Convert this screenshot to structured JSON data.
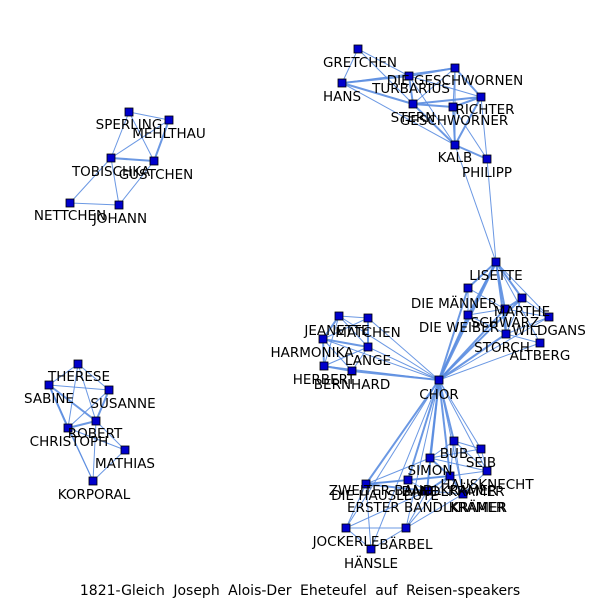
{
  "caption": "1821-Gleich Joseph Alois-Der Eheteufel auf Reisen-speakers",
  "colors": {
    "edge": "#5b8de0",
    "node": "#0000cc",
    "label": "#000000"
  },
  "nodes": [
    {
      "id": "GRETCHEN",
      "label": "GRETCHEN"
    },
    {
      "id": "HANS",
      "label": "HANS"
    },
    {
      "id": "DIE_GESCHWORNEN",
      "label": "DIE GESCHWORNEN"
    },
    {
      "id": "TURBARIUS",
      "label": "TURBARIUS"
    },
    {
      "id": "STERN",
      "label": "STERN"
    },
    {
      "id": "RICHTER",
      "label": "RICHTER"
    },
    {
      "id": "GESCHWORNER",
      "label": "GESCHWORNER"
    },
    {
      "id": "KALB",
      "label": "KALB"
    },
    {
      "id": "PHILIPP",
      "label": "PHILIPP"
    },
    {
      "id": "SPERLING",
      "label": "SPERLING"
    },
    {
      "id": "MEHLTHAU",
      "label": "MEHLTHAU"
    },
    {
      "id": "TOBISCHKA",
      "label": "TOBISCHKA"
    },
    {
      "id": "GUSTCHEN",
      "label": "GUSTCHEN"
    },
    {
      "id": "NETTCHEN",
      "label": "NETTCHEN"
    },
    {
      "id": "JOHANN",
      "label": "JOHANN"
    },
    {
      "id": "LISETTE",
      "label": "LISETTE"
    },
    {
      "id": "DIE_MAENNER",
      "label": "DIE MÄNNER"
    },
    {
      "id": "MARTHE",
      "label": "MARTHE"
    },
    {
      "id": "SCHWARZ",
      "label": "SCHWARZ"
    },
    {
      "id": "DIE_WEIBER",
      "label": "DIE WEIBER"
    },
    {
      "id": "WILDGANS",
      "label": "WILDGANS"
    },
    {
      "id": "STORCH",
      "label": "STORCH"
    },
    {
      "id": "ALTBERG",
      "label": "ALTBERG"
    },
    {
      "id": "JEANETTE",
      "label": "JEANETTE"
    },
    {
      "id": "MATCHEN",
      "label": "MATCHEN"
    },
    {
      "id": "HARMONIKA",
      "label": "HARMONIKA"
    },
    {
      "id": "LANGE",
      "label": "LANGE"
    },
    {
      "id": "HERBERT",
      "label": "HERBERT"
    },
    {
      "id": "BERNHARD",
      "label": "BERNHARD"
    },
    {
      "id": "CHOR",
      "label": "CHOR"
    },
    {
      "id": "THERESE",
      "label": "THERESE"
    },
    {
      "id": "SABINE",
      "label": "SABINE"
    },
    {
      "id": "SUSANNE",
      "label": "SUSANNE"
    },
    {
      "id": "ROBERT",
      "label": "ROBERT"
    },
    {
      "id": "CHRISTOPH",
      "label": "CHRISTOPH"
    },
    {
      "id": "MATHIAS",
      "label": "MATHIAS"
    },
    {
      "id": "KORPORAL",
      "label": "KORPORAL"
    },
    {
      "id": "BUB",
      "label": "BUB"
    },
    {
      "id": "SEIB",
      "label": "SEIB"
    },
    {
      "id": "SIMON",
      "label": "SIMON"
    },
    {
      "id": "HAUSKNECHT",
      "label": "HAUSKNECHT"
    },
    {
      "id": "ZWEITER_BANDL",
      "label": "ZWEITER BANDLKRÄMER"
    },
    {
      "id": "DIE_HAUSLEUTE",
      "label": "DIE HAUSLEUTE"
    },
    {
      "id": "BANDLKRAEMER",
      "label": "BANDLKRÄMER"
    },
    {
      "id": "ERSTER_BANDL",
      "label": "ERSTER BANDLKRÄMER"
    },
    {
      "id": "KRAMER",
      "label": "KRAMER"
    },
    {
      "id": "JOCKERLE",
      "label": "JOCKERLE"
    },
    {
      "id": "BAERBEL",
      "label": "BÄRBEL"
    },
    {
      "id": "HAENSLE",
      "label": "HÄNSLE"
    }
  ],
  "edges": [
    [
      "GRETCHEN",
      "HANS",
      1
    ],
    [
      "GRETCHEN",
      "TURBARIUS",
      1
    ],
    [
      "GRETCHEN",
      "STERN",
      1
    ],
    [
      "HANS",
      "TURBARIUS",
      2
    ],
    [
      "HANS",
      "STERN",
      2
    ],
    [
      "HANS",
      "DIE_GESCHWORNEN",
      1
    ],
    [
      "TURBARIUS",
      "DIE_GESCHWORNEN",
      2
    ],
    [
      "TURBARIUS",
      "STERN",
      2
    ],
    [
      "STERN",
      "RICHTER",
      2
    ],
    [
      "STERN",
      "GESCHWORNER",
      2
    ],
    [
      "STERN",
      "KALB",
      2
    ],
    [
      "STERN",
      "DIE_GESCHWORNEN",
      1
    ],
    [
      "RICHTER",
      "DIE_GESCHWORNEN",
      2
    ],
    [
      "RICHTER",
      "GESCHWORNER",
      2
    ],
    [
      "RICHTER",
      "KALB",
      2
    ],
    [
      "GESCHWORNER",
      "KALB",
      2
    ],
    [
      "KALB",
      "PHILIPP",
      2
    ],
    [
      "GESCHWORNER",
      "PHILIPP",
      1
    ],
    [
      "RICHTER",
      "PHILIPP",
      1
    ],
    [
      "DIE_GESCHWORNEN",
      "GESCHWORNER",
      1
    ],
    [
      "TURBARIUS",
      "KALB",
      1
    ],
    [
      "TURBARIUS",
      "RICHTER",
      1
    ],
    [
      "HANS",
      "KALB",
      1
    ],
    [
      "DIE_GESCHWORNEN",
      "KALB",
      1
    ],
    [
      "PHILIPP",
      "LISETTE",
      1
    ],
    [
      "KALB",
      "LISETTE",
      1
    ],
    [
      "SPERLING",
      "MEHLTHAU",
      1
    ],
    [
      "SPERLING",
      "TOBISCHKA",
      1
    ],
    [
      "SPERLING",
      "GUSTCHEN",
      1
    ],
    [
      "MEHLTHAU",
      "TOBISCHKA",
      1
    ],
    [
      "MEHLTHAU",
      "GUSTCHEN",
      2
    ],
    [
      "TOBISCHKA",
      "GUSTCHEN",
      2
    ],
    [
      "TOBISCHKA",
      "NETTCHEN",
      1
    ],
    [
      "TOBISCHKA",
      "JOHANN",
      1
    ],
    [
      "GUSTCHEN",
      "JOHANN",
      1
    ],
    [
      "NETTCHEN",
      "JOHANN",
      1
    ],
    [
      "LISETTE",
      "DIE_MAENNER",
      2
    ],
    [
      "LISETTE",
      "MARTHE",
      2
    ],
    [
      "LISETTE",
      "SCHWARZ",
      2
    ],
    [
      "LISETTE",
      "DIE_WEIBER",
      2
    ],
    [
      "LISETTE",
      "WILDGANS",
      1
    ],
    [
      "LISETTE",
      "STORCH",
      2
    ],
    [
      "LISETTE",
      "ALTBERG",
      1
    ],
    [
      "LISETTE",
      "CHOR",
      3
    ],
    [
      "DIE_MAENNER",
      "DIE_WEIBER",
      1
    ],
    [
      "DIE_MAENNER",
      "SCHWARZ",
      1
    ],
    [
      "DIE_MAENNER",
      "CHOR",
      2
    ],
    [
      "MARTHE",
      "SCHWARZ",
      2
    ],
    [
      "MARTHE",
      "WILDGANS",
      1
    ],
    [
      "MARTHE",
      "STORCH",
      1
    ],
    [
      "MARTHE",
      "CHOR",
      2
    ],
    [
      "SCHWARZ",
      "DIE_WEIBER",
      1
    ],
    [
      "SCHWARZ",
      "STORCH",
      2
    ],
    [
      "SCHWARZ",
      "WILDGANS",
      1
    ],
    [
      "SCHWARZ",
      "CHOR",
      2
    ],
    [
      "DIE_WEIBER",
      "STORCH",
      1
    ],
    [
      "DIE_WEIBER",
      "CHOR",
      2
    ],
    [
      "WILDGANS",
      "STORCH",
      1
    ],
    [
      "STORCH",
      "ALTBERG",
      1
    ],
    [
      "STORCH",
      "CHOR",
      2
    ],
    [
      "ALTBERG",
      "CHOR",
      1
    ],
    [
      "WILDGANS",
      "CHOR",
      1
    ],
    [
      "JEANETTE",
      "MATCHEN",
      1
    ],
    [
      "JEANETTE",
      "HARMONIKA",
      2
    ],
    [
      "JEANETTE",
      "LANGE",
      1
    ],
    [
      "JEANETTE",
      "HERBERT",
      1
    ],
    [
      "MATCHEN",
      "HARMONIKA",
      1
    ],
    [
      "MATCHEN",
      "LANGE",
      2
    ],
    [
      "HARMONIKA",
      "LANGE",
      2
    ],
    [
      "HARMONIKA",
      "HERBERT",
      2
    ],
    [
      "HARMONIKA",
      "BERNHARD",
      1
    ],
    [
      "LANGE",
      "HERBERT",
      1
    ],
    [
      "LANGE",
      "BERNHARD",
      1
    ],
    [
      "HERBERT",
      "BERNHARD",
      2
    ],
    [
      "JEANETTE",
      "CHOR",
      1
    ],
    [
      "MATCHEN",
      "CHOR",
      1
    ],
    [
      "HARMONIKA",
      "CHOR",
      1
    ],
    [
      "LANGE",
      "CHOR",
      1
    ],
    [
      "HERBERT",
      "CHOR",
      1
    ],
    [
      "BERNHARD",
      "CHOR",
      2
    ],
    [
      "THERESE",
      "SABINE",
      1
    ],
    [
      "THERESE",
      "SUSANNE",
      1
    ],
    [
      "THERESE",
      "ROBERT",
      1
    ],
    [
      "THERESE",
      "CHRISTOPH",
      1
    ],
    [
      "SABINE",
      "SUSANNE",
      1
    ],
    [
      "SABINE",
      "ROBERT",
      2
    ],
    [
      "SABINE",
      "CHRISTOPH",
      2
    ],
    [
      "SUSANNE",
      "ROBERT",
      2
    ],
    [
      "SUSANNE",
      "CHRISTOPH",
      1
    ],
    [
      "ROBERT",
      "CHRISTOPH",
      2
    ],
    [
      "ROBERT",
      "MATHIAS",
      1
    ],
    [
      "CHRISTOPH",
      "MATHIAS",
      1
    ],
    [
      "CHRISTOPH",
      "KORPORAL",
      1
    ],
    [
      "ROBERT",
      "KORPORAL",
      1
    ],
    [
      "MATHIAS",
      "KORPORAL",
      1
    ],
    [
      "SABINE",
      "KORPORAL",
      1
    ],
    [
      "CHOR",
      "BUB",
      2
    ],
    [
      "CHOR",
      "SEIB",
      1
    ],
    [
      "CHOR",
      "SIMON",
      2
    ],
    [
      "CHOR",
      "HAUSKNECHT",
      1
    ],
    [
      "CHOR",
      "ZWEITER_BANDL",
      2
    ],
    [
      "CHOR",
      "DIE_HAUSLEUTE",
      2
    ],
    [
      "CHOR",
      "BANDLKRAEMER",
      2
    ],
    [
      "CHOR",
      "ERSTER_BANDL",
      2
    ],
    [
      "CHOR",
      "KRAMER",
      1
    ],
    [
      "CHOR",
      "JOCKERLE",
      1
    ],
    [
      "CHOR",
      "BAERBEL",
      1
    ],
    [
      "CHOR",
      "HAENSLE",
      1
    ],
    [
      "BUB",
      "SEIB",
      1
    ],
    [
      "BUB",
      "SIMON",
      1
    ],
    [
      "BUB",
      "HAUSKNECHT",
      1
    ],
    [
      "BUB",
      "BANDLKRAEMER",
      1
    ],
    [
      "SEIB",
      "HAUSKNECHT",
      1
    ],
    [
      "SEIB",
      "SIMON",
      1
    ],
    [
      "SIMON",
      "HAUSKNECHT",
      1
    ],
    [
      "SIMON",
      "BANDLKRAEMER",
      2
    ],
    [
      "SIMON",
      "ERSTER_BANDL",
      1
    ],
    [
      "SIMON",
      "ZWEITER_BANDL",
      1
    ],
    [
      "HAUSKNECHT",
      "BANDLKRAEMER",
      1
    ],
    [
      "HAUSKNECHT",
      "KRAMER",
      1
    ],
    [
      "ZWEITER_BANDL",
      "ERSTER_BANDL",
      2
    ],
    [
      "ZWEITER_BANDL",
      "BANDLKRAEMER",
      2
    ],
    [
      "ZWEITER_BANDL",
      "DIE_HAUSLEUTE",
      1
    ],
    [
      "ZWEITER_BANDL",
      "JOCKERLE",
      1
    ],
    [
      "DIE_HAUSLEUTE",
      "BANDLKRAEMER",
      1
    ],
    [
      "DIE_HAUSLEUTE",
      "ERSTER_BANDL",
      1
    ],
    [
      "BANDLKRAEMER",
      "ERSTER_BANDL",
      2
    ],
    [
      "BANDLKRAEMER",
      "KRAMER",
      2
    ],
    [
      "ERSTER_BANDL",
      "KRAMER",
      1
    ],
    [
      "ERSTER_BANDL",
      "JOCKERLE",
      1
    ],
    [
      "ERSTER_BANDL",
      "BAERBEL",
      1
    ],
    [
      "KRAMER",
      "BAERBEL",
      1
    ],
    [
      "JOCKERLE",
      "BAERBEL",
      1
    ],
    [
      "JOCKERLE",
      "HAENSLE",
      1
    ],
    [
      "BAERBEL",
      "HAENSLE",
      1
    ],
    [
      "BANDLKRAEMER",
      "BAERBEL",
      1
    ],
    [
      "ZWEITER_BANDL",
      "HAENSLE",
      1
    ],
    [
      "BUB",
      "KRAMER",
      1
    ]
  ]
}
